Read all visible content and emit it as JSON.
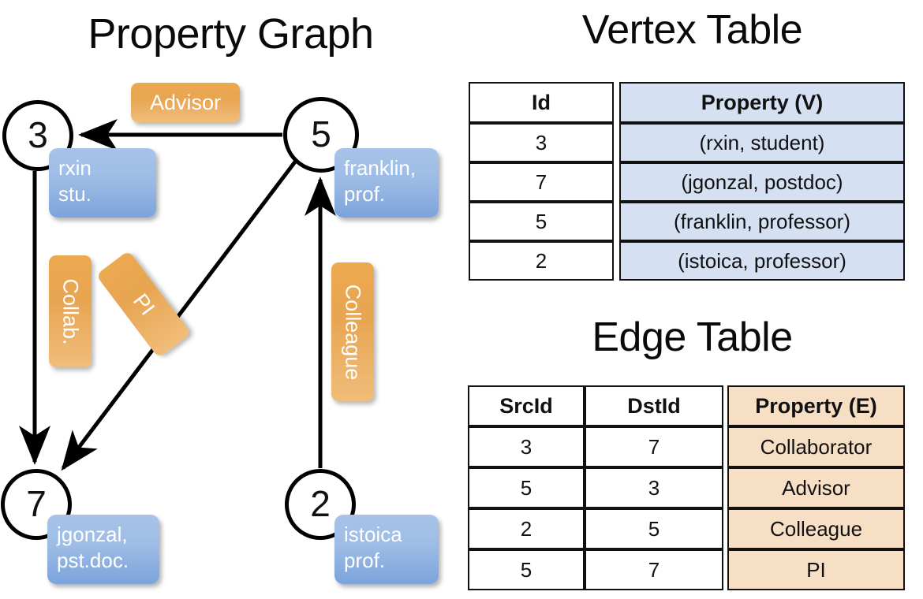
{
  "titles": {
    "property_graph": "Property Graph",
    "vertex_table": "Vertex Table",
    "edge_table": "Edge Table"
  },
  "graph": {
    "nodes": [
      {
        "id": "3",
        "property_label": "rxin\nstu."
      },
      {
        "id": "5",
        "property_label": "franklin,\nprof."
      },
      {
        "id": "7",
        "property_label": "jgonzal,\npst.doc."
      },
      {
        "id": "2",
        "property_label": "istoica\nprof."
      }
    ],
    "node_labels": {
      "n3": "3",
      "n5": "5",
      "n7": "7",
      "n2": "2"
    },
    "vertex_properties": {
      "rxin_line1": "rxin",
      "rxin_line2": "stu.",
      "franklin_line1": "franklin,",
      "franklin_line2": "prof.",
      "jgonzal_line1": "jgonzal,",
      "jgonzal_line2": "pst.doc.",
      "istoica_line1": "istoica",
      "istoica_line2": "prof."
    },
    "edge_labels": {
      "advisor": "Advisor",
      "collab": "Collab.",
      "pi": "PI",
      "colleague": "Colleague"
    },
    "edges": [
      {
        "src": "5",
        "dst": "3",
        "label": "Advisor"
      },
      {
        "src": "3",
        "dst": "7",
        "label": "Collab."
      },
      {
        "src": "5",
        "dst": "7",
        "label": "PI"
      },
      {
        "src": "2",
        "dst": "5",
        "label": "Colleague"
      }
    ]
  },
  "vertex_table": {
    "headers": [
      "Id",
      "Property (V)"
    ],
    "rows": [
      {
        "id": "3",
        "property": "(rxin, student)"
      },
      {
        "id": "7",
        "property": "(jgonzal, postdoc)"
      },
      {
        "id": "5",
        "property": "(franklin, professor)"
      },
      {
        "id": "2",
        "property": "(istoica, professor)"
      }
    ]
  },
  "edge_table": {
    "headers": [
      "SrcId",
      "DstId",
      "Property (E)"
    ],
    "rows": [
      {
        "src": "3",
        "dst": "7",
        "property": "Collaborator"
      },
      {
        "src": "5",
        "dst": "3",
        "property": "Advisor"
      },
      {
        "src": "2",
        "dst": "5",
        "property": "Colleague"
      },
      {
        "src": "5",
        "dst": "7",
        "property": "PI"
      }
    ]
  },
  "colors": {
    "vertex_property_fill": "#d5e0f2",
    "edge_property_fill": "#f7dfc5",
    "node_box_blue": "#9dbce5",
    "edge_label_orange": "#e8a552",
    "line": "#000000"
  }
}
